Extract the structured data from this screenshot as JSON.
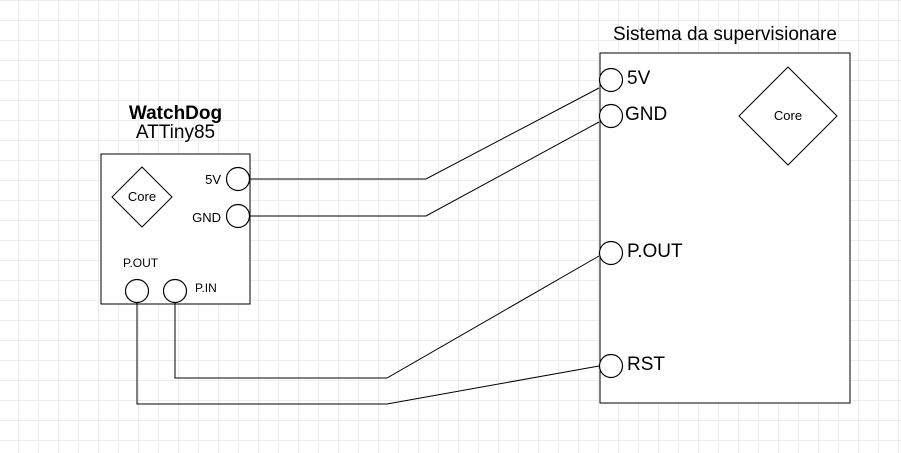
{
  "watchdog": {
    "title": "WatchDog",
    "subtitle": "ATTiny85",
    "core_label": "Core",
    "pins": {
      "v5": "5V",
      "gnd": "GND",
      "pout": "P.OUT",
      "pin": "P.IN"
    }
  },
  "system": {
    "title": "Sistema da supervisionare",
    "core_label": "Core",
    "pins": {
      "v5": "5V",
      "gnd": "GND",
      "pout": "P.OUT",
      "rst": "RST"
    }
  },
  "colors": {
    "stroke": "#000000",
    "fill": "#ffffff",
    "grid": "#ececec"
  }
}
